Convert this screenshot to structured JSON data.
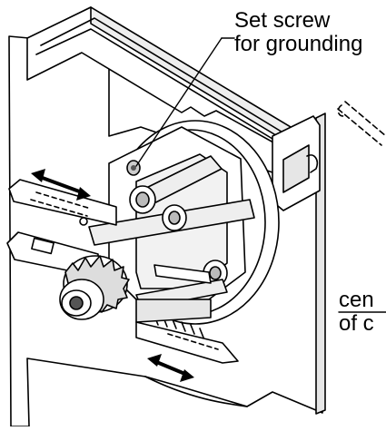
{
  "colors": {
    "line": "#000000",
    "fill": "#ffffff",
    "shade": "#d9d9d9",
    "dark": "#555555"
  },
  "callouts": {
    "set_screw": {
      "line1": "Set screw",
      "line2": "for grounding"
    },
    "center": {
      "line1": "cen",
      "line2": "of c"
    }
  }
}
